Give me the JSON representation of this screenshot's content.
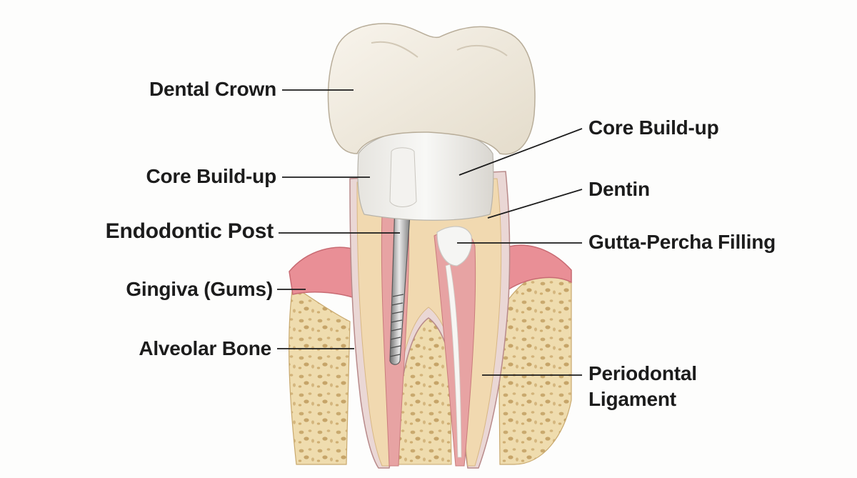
{
  "labels": {
    "dental_crown": "Dental Crown",
    "core_buildup_left": "Core Build-up",
    "endodontic_post": "Endodontic Post",
    "gingiva": "Gingiva (Gums)",
    "alveolar_bone": "Alveolar Bone",
    "core_buildup_right": "Core Build-up",
    "dentin": "Dentin",
    "gutta_percha": "Gutta-Percha Filling",
    "periodontal_line1": "Periodontal",
    "periodontal_line2": "Ligament"
  },
  "colors": {
    "background": "#fdfdfc",
    "crown_enamel": "#efe9dd",
    "dentin": "#f1d9b0",
    "pulp_pink": "#e7a3a3",
    "gingiva": "#e98f96",
    "bone": "#efdcae",
    "post_metal": "#9a9a9a",
    "gutta_percha": "#f5f5f3",
    "leader_line": "#1c1c1c"
  }
}
